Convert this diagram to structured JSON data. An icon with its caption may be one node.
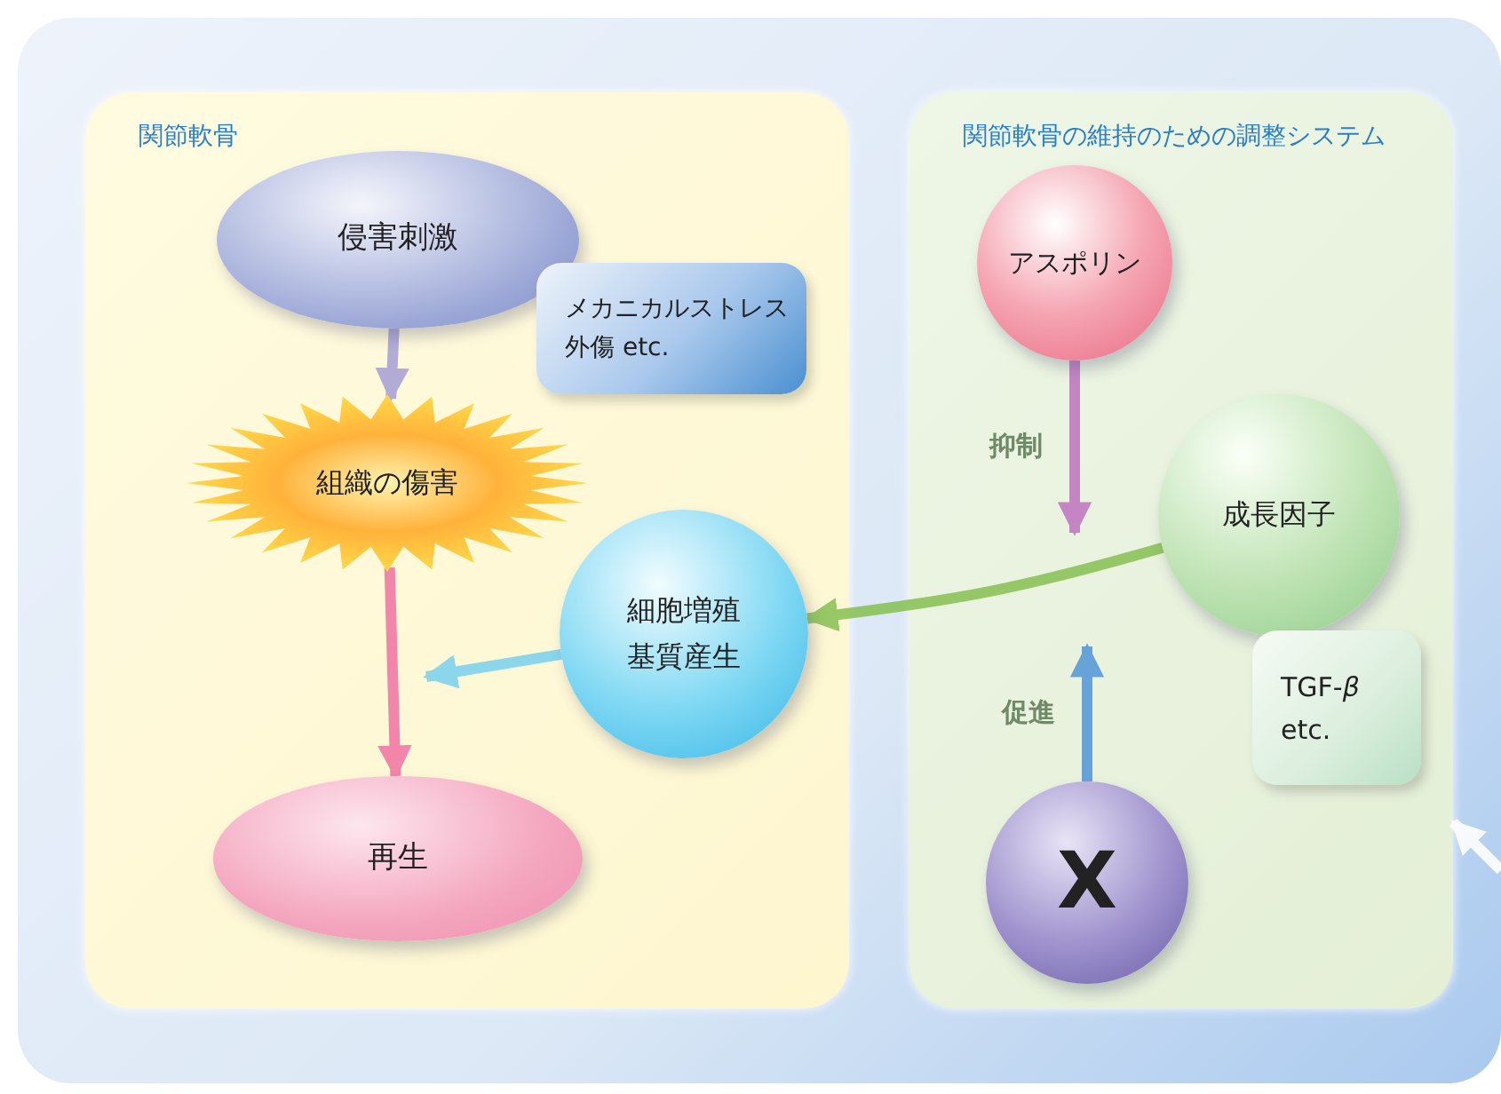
{
  "diagram": {
    "nodes": [
      {
        "text": [
          "関節軟骨"
        ]
      },
      {
        "text": [
          "侵害刺激"
        ],
        "in": 0
      },
      {
        "text": [
          "メカニカルストレス",
          "外傷 etc."
        ],
        "in": 0
      },
      {
        "text": [
          "組織の傷害"
        ],
        "in": 0
      },
      {
        "text": [
          "細胞増殖",
          "基質産生"
        ],
        "in": 0
      },
      {
        "text": [
          "再生"
        ],
        "in": 0
      },
      {
        "text": [
          "関節軟骨の維持のための調整システム"
        ]
      },
      {
        "text": [
          "アスポリン"
        ],
        "in": 6
      },
      {
        "text": [
          "成長因子"
        ],
        "in": 6
      },
      {
        "text": [
          "TGF-*β*",
          "etc."
        ],
        "in": 6
      },
      {
        "text": [
          "X"
        ],
        "in": 6
      }
    ],
    "edges": [
      {
        "from": 1,
        "to": 3,
        "arrow": "to",
        "color": "#a9a3d6"
      },
      {
        "from": 3,
        "to": 5,
        "arrow": "to",
        "color": "#f07aa6"
      },
      {
        "from": 4,
        "to": null,
        "arrow": "to",
        "color": "#7fd3ee"
      },
      {
        "from": 8,
        "to": 4,
        "arrow": "to",
        "color": "#8cc35a"
      },
      {
        "from": 7,
        "to": null,
        "arrow": "to",
        "label": "抑制",
        "color": "#c07ac0"
      },
      {
        "from": 10,
        "to": null,
        "arrow": "to",
        "label": "促進",
        "color": "#5a9ad8"
      },
      {
        "from": null,
        "to": 6,
        "arrow": "to",
        "color": "#ffffff"
      }
    ]
  }
}
